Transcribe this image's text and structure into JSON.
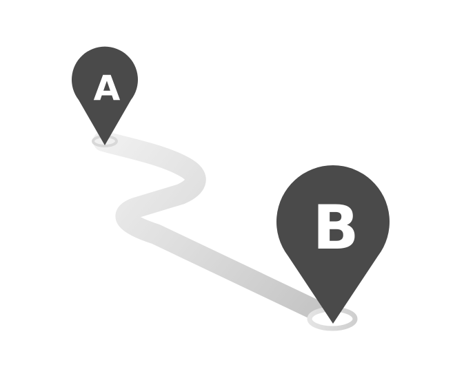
{
  "colors": {
    "background": "#ffffff",
    "pin": "#4a4a4a",
    "pin_letter": "#ffffff",
    "path_light": "#eeeeee",
    "path_dark": "#c4c4c4",
    "ring": "#d6d6d6"
  },
  "start_pin": {
    "label": "A",
    "icon": "map-pin-icon"
  },
  "end_pin": {
    "label": "B",
    "icon": "map-pin-icon"
  },
  "route": {
    "icon": "winding-road"
  }
}
